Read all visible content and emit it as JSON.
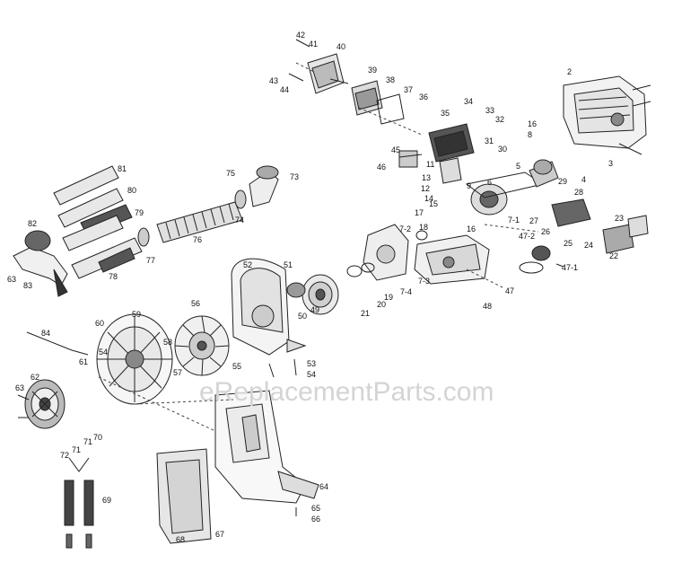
{
  "watermark": "eReplacementParts.com",
  "part_numbers": [
    "2",
    "3",
    "4",
    "5",
    "6",
    "7-1",
    "7-2",
    "7-3",
    "7-4",
    "8",
    "9",
    "11",
    "12",
    "13",
    "14",
    "15",
    "16",
    "17",
    "18",
    "19",
    "20",
    "21",
    "22",
    "23",
    "24",
    "25",
    "26",
    "27",
    "28",
    "29",
    "30",
    "31",
    "32",
    "33",
    "34",
    "35",
    "36",
    "37",
    "38",
    "39",
    "40",
    "41",
    "42",
    "43",
    "44",
    "45",
    "46",
    "47",
    "47-1",
    "47-2",
    "48",
    "49",
    "50",
    "51",
    "52",
    "53",
    "54",
    "55",
    "56",
    "57",
    "58",
    "59",
    "60",
    "61",
    "62",
    "63",
    "64",
    "65",
    "66",
    "67",
    "68",
    "69",
    "70",
    "71",
    "72",
    "73",
    "74",
    "75",
    "76",
    "77",
    "78",
    "79",
    "80",
    "81",
    "82",
    "83",
    "84"
  ],
  "colors": {
    "ink": "#111111",
    "line": "#222222",
    "fill_dark": "#333333",
    "watermark": "#d4d4d4"
  }
}
